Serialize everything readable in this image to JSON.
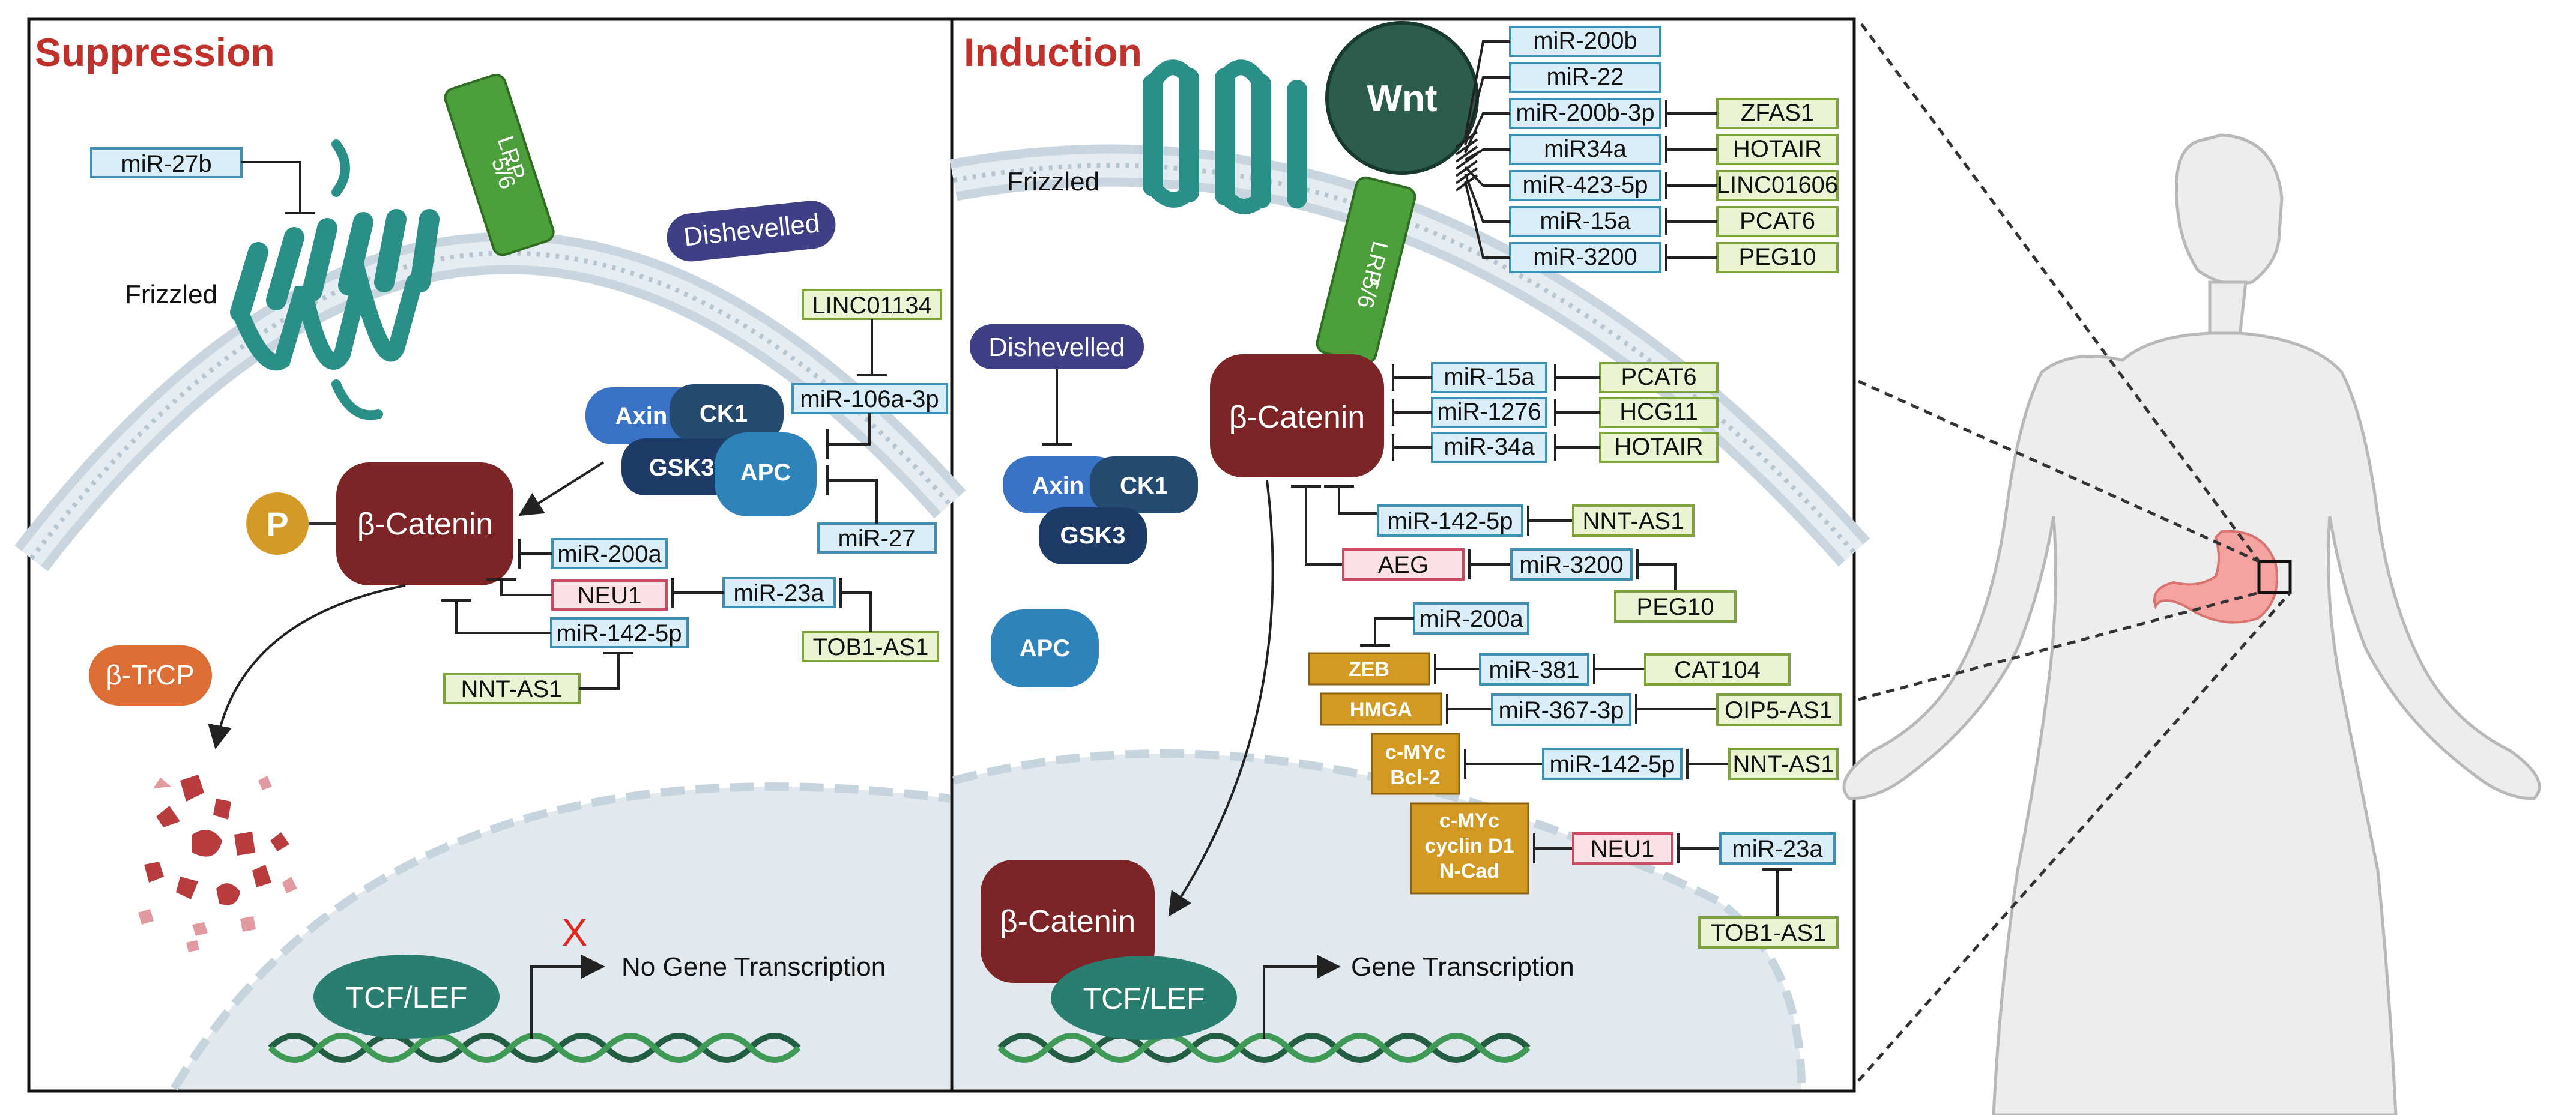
{
  "panels": {
    "suppression_title": "Suppression",
    "induction_title": "Induction"
  },
  "suppression": {
    "frizzled": "Frizzled",
    "lrp_line1": "LRP",
    "lrp_line2": "5/6",
    "dishevelled": "Dishevelled",
    "axin": "Axin",
    "ck1": "CK1",
    "gsk3": "GSK3",
    "apc": "APC",
    "beta_catenin": "β-Catenin",
    "p": "P",
    "btrcp": "β-TrCP",
    "tcflef": "TCF/LEF",
    "x_mark": "X",
    "no_transcription": "No Gene Transcription",
    "mir27b": "miR-27b",
    "linc01134": "LINC01134",
    "mir106a": "miR-106a-3p",
    "mir27": "miR-27",
    "mir200a": "miR-200a",
    "neu1": "NEU1",
    "mir23a": "miR-23a",
    "tob1": "TOB1-AS1",
    "mir142": "miR-142-5p",
    "nntas1": "NNT-AS1"
  },
  "induction": {
    "wnt": "Wnt",
    "frizzled": "Frizzled",
    "lrp_line1": "LRP",
    "lrp_line2": "5/6",
    "wnt_mirs": [
      "miR-200b",
      "miR-22",
      "miR-200b-3p",
      "miR34a",
      "miR-423-5p",
      "miR-15a",
      "miR-3200"
    ],
    "wnt_lncs": [
      "ZFAS1",
      "HOTAIR",
      "LINC01606",
      "PCAT6",
      "PEG10"
    ],
    "dishevelled": "Dishevelled",
    "axin": "Axin",
    "ck1": "CK1",
    "gsk3": "GSK3",
    "apc": "APC",
    "beta_catenin": "β-Catenin",
    "beta_catenin_nucleus": "β-Catenin",
    "tcflef": "TCF/LEF",
    "transcription": "Gene Transcription",
    "bc_mirs": [
      "miR-15a",
      "miR-1276",
      "miR-34a"
    ],
    "bc_lncs": [
      "PCAT6",
      "HCG11",
      "HOTAIR"
    ],
    "mir142": "miR-142-5p",
    "nntas1_a": "NNT-AS1",
    "aeg": "AEG",
    "mir3200": "miR-3200",
    "peg10": "PEG10",
    "mir200a": "miR-200a",
    "zeb": "ZEB",
    "mir381": "miR-381",
    "cat104": "CAT104",
    "hmga": "HMGA",
    "mir367": "miR-367-3p",
    "oip5": "OIP5-AS1",
    "cmyc_bcl2_line1": "c-MYc",
    "cmyc_bcl2_line2": "Bcl-2",
    "mir142b": "miR-142-5p",
    "nntas1_b": "NNT-AS1",
    "cmyc_line1": "c-MYc",
    "cmyc_line2": "cyclin D1",
    "cmyc_line3": "N-Cad",
    "neu1": "NEU1",
    "mir23a": "miR-23a",
    "tob1": "TOB1-AS1"
  },
  "colors": {
    "title_red": "#c0312c",
    "catenin": "#7d2426",
    "frizzled_teal": "#2a8f86",
    "lrp_green": "#4c9f3a",
    "dishevelled": "#3f3f86",
    "axin": "#3a73c6",
    "ck1": "#244a70",
    "gsk3": "#1e3a66",
    "apc": "#2e84ba",
    "wnt": "#2c5d4c",
    "gene_gold": "#d39a23",
    "btrcp": "#dc6d34",
    "phospho": "#d49a28",
    "tcflef": "#2a7e70"
  }
}
